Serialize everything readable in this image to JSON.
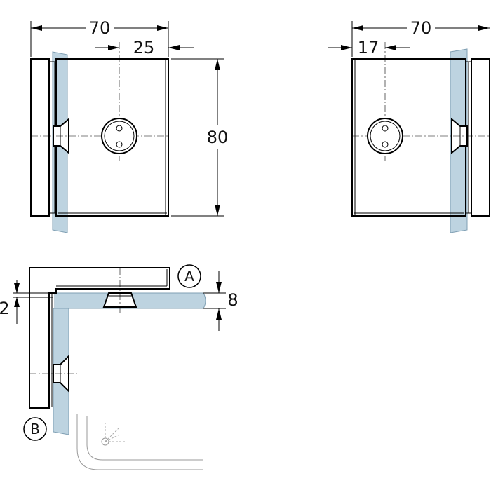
{
  "dimensions": {
    "front_width": "70",
    "front_hole_offset": "25",
    "front_height": "80",
    "right_width": "70",
    "right_hole_offset": "17",
    "glass_thickness": "8",
    "gap": "2"
  },
  "callouts": {
    "a": "A",
    "b": "B"
  },
  "colors": {
    "glass": "#bdd3e0",
    "line": "#000000"
  }
}
